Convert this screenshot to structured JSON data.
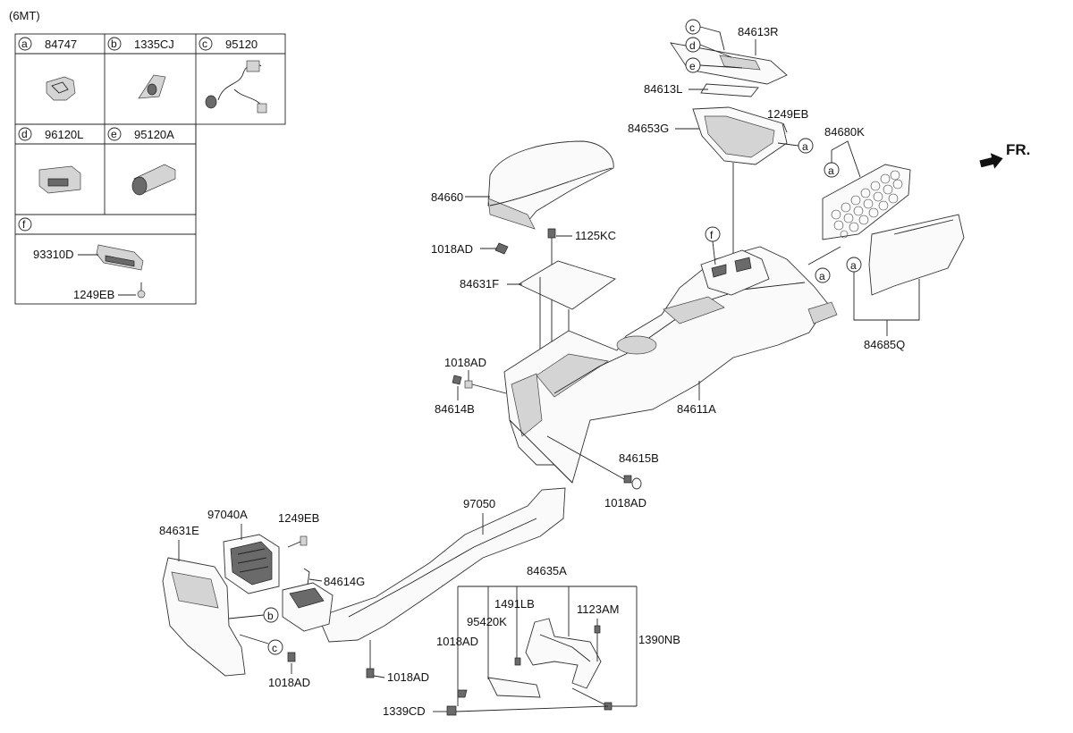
{
  "variant": "(6MT)",
  "front_label": "FR.",
  "legend": [
    {
      "letter": "a",
      "part": "84747"
    },
    {
      "letter": "b",
      "part": "1335CJ"
    },
    {
      "letter": "c",
      "part": "95120"
    },
    {
      "letter": "d",
      "part": "96120L"
    },
    {
      "letter": "e",
      "part": "95120A"
    },
    {
      "letter": "f",
      "part": ""
    }
  ],
  "legend_f_parts": [
    "93310D",
    "1249EB"
  ],
  "callouts": {
    "p84613R": "84613R",
    "p84613L": "84613L",
    "p84653G": "84653G",
    "p1249EB_top": "1249EB",
    "p84680K": "84680K",
    "p84660": "84660",
    "p1018AD_armrest": "1018AD",
    "p1125KC": "1125KC",
    "p84631F": "84631F",
    "p84685Q": "84685Q",
    "p1018AD_side": "1018AD",
    "p84614B": "84614B",
    "p84611A": "84611A",
    "p84615B": "84615B",
    "p1018AD_mid": "1018AD",
    "p97050": "97050",
    "p97040A": "97040A",
    "p1249EB_vent": "1249EB",
    "p84631E": "84631E",
    "p84614G": "84614G",
    "p84635A": "84635A",
    "p1491LB": "1491LB",
    "p1123AM": "1123AM",
    "p95420K": "95420K",
    "p1018AD_bracket": "1018AD",
    "p1390NB": "1390NB",
    "p1018AD_rear": "1018AD",
    "p1018AD_duct": "1018AD",
    "p1339CD": "1339CD"
  },
  "markers": {
    "c": "c",
    "d": "d",
    "e": "e",
    "a": "a",
    "f": "f",
    "b": "b"
  }
}
